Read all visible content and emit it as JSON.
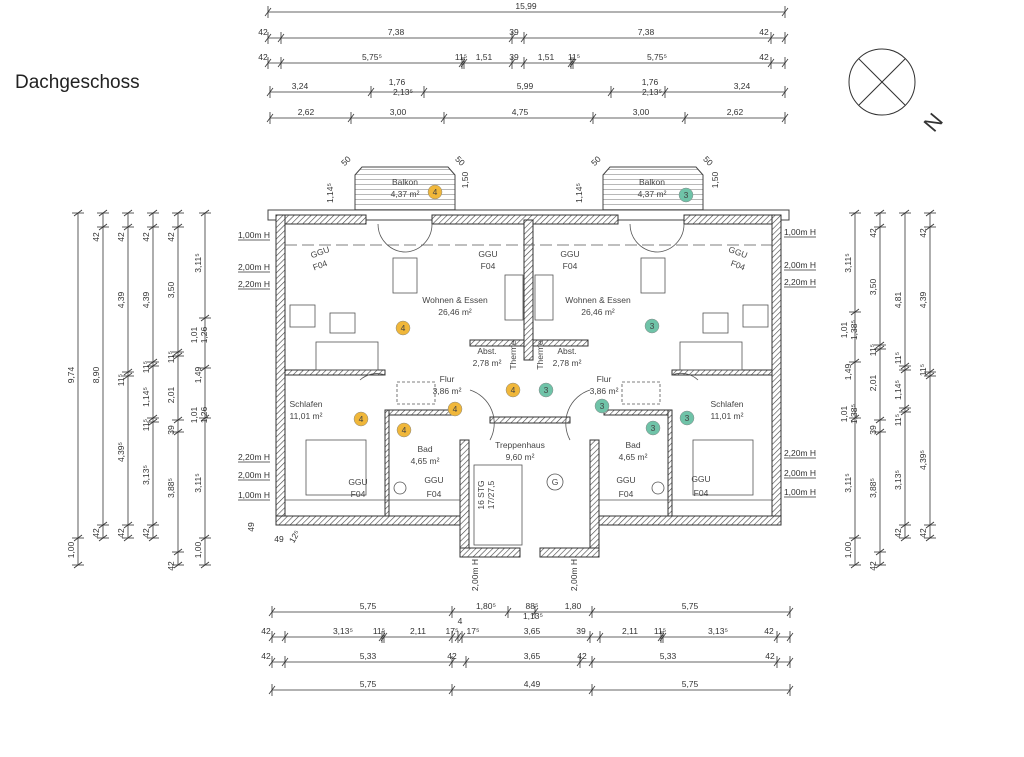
{
  "title": "Dachgeschoss",
  "north_label": "N",
  "colors": {
    "unit4_badge": "#f0b73a",
    "unit3_badge": "#6fc3a8",
    "line": "#333333"
  },
  "top_dims": [
    [
      "15,99"
    ],
    [
      "42",
      "7,38",
      "39",
      "7,38",
      "42"
    ],
    [
      "42",
      "5,75⁵",
      "11⁵",
      "1,51",
      "39",
      "1,51",
      "11⁵",
      "5,75⁵",
      "42"
    ],
    [
      "3,24",
      "1,76",
      "2,13⁵",
      "5,99",
      "1,76",
      "2,13⁵",
      "3,24"
    ],
    [
      "2,62",
      "3,00",
      "4,75",
      "3,00",
      "2,62"
    ]
  ],
  "bottom_dims": [
    [
      "5,75",
      "1,80⁵",
      "88⁵",
      "1,13⁵",
      "1,80",
      "5,75"
    ],
    [
      "42",
      "3,13⁵",
      "11⁵",
      "2,11",
      "17⁵",
      "4",
      "17⁵",
      "3,65",
      "39",
      "2,11",
      "11⁵",
      "3,13⁵",
      "42"
    ],
    [
      "42",
      "5,33",
      "42",
      "3,65",
      "42",
      "5,33",
      "42"
    ],
    [
      "5,75",
      "4,49",
      "5,75"
    ]
  ],
  "left_dims": [
    [
      "9,74",
      "1,00"
    ],
    [
      "42",
      "8,90",
      "42"
    ],
    [
      "42",
      "4,39",
      "11⁵",
      "4,39⁵",
      "42"
    ],
    [
      "42",
      "4,39",
      "11⁵",
      "1,14⁵",
      "11⁵",
      "3,13⁵",
      "42"
    ],
    [
      "42",
      "3,50",
      "11⁵",
      "2,01",
      "39",
      "3,88⁵",
      "42"
    ],
    [
      "3,11⁵",
      "1,01",
      "1,26",
      "1,49",
      "1,01",
      "1,26",
      "3,11⁵",
      "1,00"
    ]
  ],
  "right_dims": [
    [
      "3,11⁵",
      "1,01",
      "1,38⁵",
      "1,49",
      "1,01",
      "1,38⁵",
      "3,11⁵",
      "1,00"
    ],
    [
      "42",
      "3,50",
      "11⁵",
      "2,01",
      "39",
      "3,88⁵",
      "42"
    ],
    [
      "4,81",
      "11⁵",
      "1,14⁵",
      "11⁵",
      "3,13⁵",
      "42"
    ],
    [
      "42",
      "4,39",
      "11⁵",
      "4,39⁵",
      "42"
    ]
  ],
  "heights": [
    "1,00m H",
    "2,00m H",
    "2,20m H",
    "2,20m H",
    "2,00m H",
    "1,00m H",
    "1,00m H",
    "2,00m H",
    "2,20m H",
    "2,20m H",
    "2,00m H",
    "1,00m H",
    "2,00m H",
    "2,00m H"
  ],
  "small_dims": [
    "50",
    "50",
    "1,14⁵",
    "1,50",
    "50",
    "50",
    "1,14⁵",
    "1,50",
    "49",
    "49",
    "12⁵"
  ],
  "rooms": [
    [
      "Balkon",
      "4,37 m²"
    ],
    [
      "Balkon",
      "4,37 m²"
    ],
    [
      "Wohnen & Essen",
      "26,46 m²"
    ],
    [
      "Wohnen & Essen",
      "26,46 m²"
    ],
    [
      "Abst.",
      "2,78 m²"
    ],
    [
      "Abst.",
      "2,78 m²"
    ],
    [
      "Flur",
      "3,86 m²"
    ],
    [
      "Flur",
      "3,86 m²"
    ],
    [
      "Schlafen",
      "11,01 m²"
    ],
    [
      "Schlafen",
      "11,01 m²"
    ],
    [
      "Bad",
      "4,65 m²"
    ],
    [
      "Bad",
      "4,65 m²"
    ],
    [
      "Treppenhaus",
      "9,60 m²"
    ]
  ],
  "fixtures": [
    "Therme",
    "Therme",
    "GGU",
    "F04",
    "GGU",
    "F04",
    "GGU",
    "F04",
    "GGU",
    "F04",
    "GGU",
    "F04",
    "GGU",
    "F04",
    "GGU",
    "F04",
    "GGU",
    "F04",
    "G",
    "16 STG",
    "17/27,5"
  ],
  "badges": {
    "unit4": "4",
    "unit3": "3"
  }
}
